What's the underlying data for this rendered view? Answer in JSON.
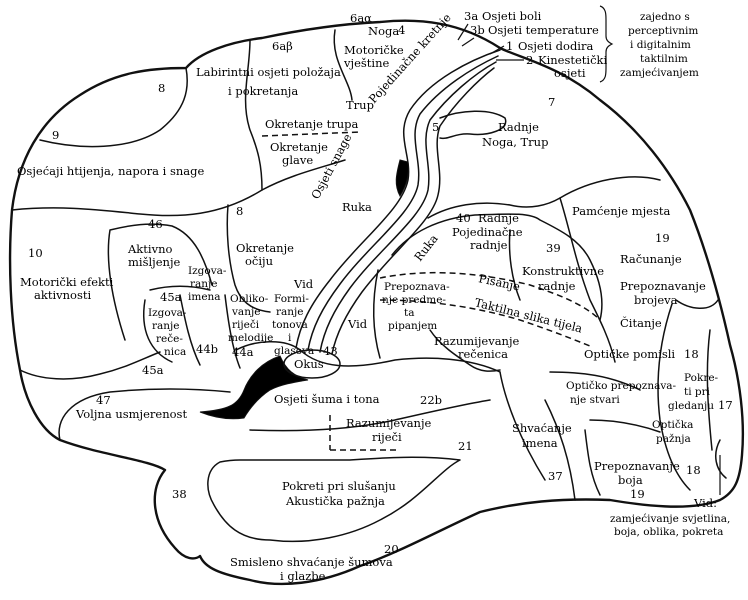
{
  "labels": {
    "a6ab": "6aβ",
    "a6aa": "6aα",
    "a4": "4",
    "noga": "Noga",
    "motoricke1": "Motoričke",
    "motoricke2": "vještine",
    "pojedinacne_kretnje": "Pojedinačne kretnje",
    "labirintni1": "Labirintni osjeti položaja",
    "labirintni2": "i pokretanja",
    "a8_top": "8",
    "a8_mid": "8",
    "okretanje_trupa": "Okretanje trupa",
    "okretanje_glave1": "Okretanje",
    "okretanje_glave2": "glave",
    "trup": "Trup",
    "osjeti_snage": "Osjeti snage",
    "a9": "9",
    "osjecaji": "Osjećaji htijenja, napora i snage",
    "a46": "46",
    "aktivno1": "Aktivno",
    "aktivno2": "mišljenje",
    "okretanje_ociju1": "Okretanje",
    "okretanje_ociju2": "očiju",
    "ruka_1": "Ruka",
    "a10": "10",
    "motoricki1": "Motorički efekti",
    "motoricki2": "aktivnosti",
    "izgova1": "Izgova-",
    "izgova2": "ranje",
    "izgova3": "imena",
    "a45a_1": "45a",
    "izgovaranje_recenica": [
      "Izgova-",
      "ranje",
      "reče-",
      "nica"
    ],
    "a44b": "44b",
    "oblikovanje": [
      "Obliko-",
      "vanje",
      "riječi",
      "melodije"
    ],
    "a44a": "44a",
    "formiranje": [
      "Formi-",
      "ranje",
      "tonova",
      "i",
      "glasova"
    ],
    "vid_1": "Vid",
    "vid_2": "Vid",
    "a43": "43",
    "okus": "Okus",
    "a45a_2": "45a",
    "a47": "47",
    "voljna": "Voljna usmjerenost",
    "a3a": "3a",
    "osjeti_boli": "Osjeti boli",
    "a3b": "3b",
    "osjeti_temperature": "Osjeti temperature",
    "a1": "1",
    "osjeti_dodira": "Osjeti dodira",
    "a2": "2",
    "kinesteticki1": "Kinestetički",
    "kinesteticki2": "osjeti",
    "zajedno": [
      "zajedno s",
      "perceptivnim",
      "i digitalnim",
      "taktilnim",
      "zamjećivanjem"
    ],
    "a5": "5",
    "a7": "7",
    "radnje_noga1": "Radnje",
    "radnje_noga2": "Noga, Trup",
    "a40": "40",
    "radnje_40": "Radnje",
    "pojedinacne_radnje1": "Pojedinačne",
    "pojedinacne_radnje2": "radnje",
    "ruka_2": "Ruka",
    "a39": "39",
    "konstruktivne1": "Konstruktivne",
    "konstruktivne2": "radnje",
    "pisanje": "Pisanje",
    "taktilna": "Taktilna slika tijela",
    "prepoznavanje_predmeta": [
      "Prepoznava-",
      "nje predme-",
      "ta",
      "pipanjem"
    ],
    "razumijevanje_recenica1": "Razumijevanje",
    "razumijevanje_recenica2": "rečenica",
    "pamcenje": "Pamćenje mjesta",
    "a19_1": "19",
    "racunanje": "Računanje",
    "prepoznavanje_brojeva1": "Prepoznavanje",
    "prepoznavanje_brojeva2": "brojeva",
    "citanje": "Čitanje",
    "opticke_pomisli": "Optičke pomisli",
    "a18_1": "18",
    "pokreti_gledanju": [
      "Pokre-",
      "ti pri",
      "gledanju"
    ],
    "opticko_prepoznavanje1": "Optičko prepoznava-",
    "opticko_prepoznavanje2": "nje stvari",
    "a17": "17",
    "opticka_paznja1": "Optička",
    "opticka_paznja2": "pažnja",
    "osjeti_suma": "Osjeti šuma i tona",
    "a22b": "22b",
    "razumijevanje_rijeci1": "Razumijevanje",
    "razumijevanje_rijeci2": "riječi",
    "a21": "21",
    "shvacanje1": "Shvaćanje",
    "shvacanje2": "imena",
    "a37": "37",
    "prepoznavanje_boja1": "Prepoznavanje",
    "prepoznavanje_boja2": "boja",
    "a19_2": "19",
    "a18_2": "18",
    "vid_bottom": [
      "Vid:",
      "zamjećivanje svjetlina,",
      "boja, oblika, pokreta"
    ],
    "a38": "38",
    "pokreti_slusanju1": "Pokreti pri slušanju",
    "pokreti_slusanju2": "Akustička pažnja",
    "a20": "20",
    "smisleno1": "Smisleno shvaćanje šumova",
    "smisleno2": "i glazbe"
  }
}
